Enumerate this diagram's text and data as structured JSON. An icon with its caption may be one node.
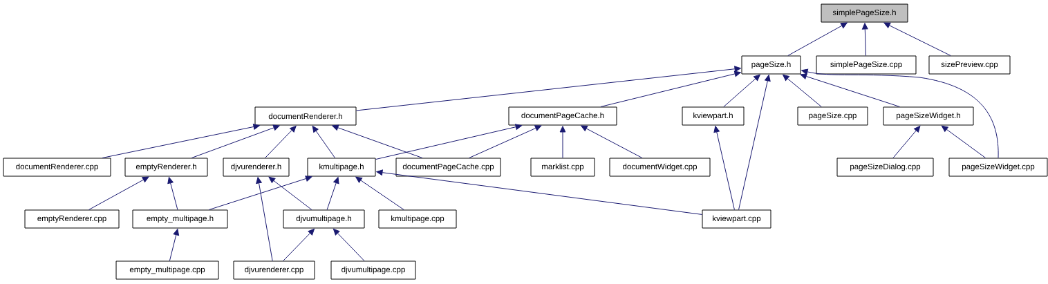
{
  "diagram": {
    "nodes": [
      {
        "text": [
          "simplePageSize.h"
        ]
      },
      {
        "text": [
          "pageSize.h"
        ]
      },
      {
        "text": [
          "simplePageSize.cpp"
        ]
      },
      {
        "text": [
          "sizePreview.cpp"
        ]
      },
      {
        "text": [
          "documentRenderer.h"
        ]
      },
      {
        "text": [
          "documentPageCache.h"
        ]
      },
      {
        "text": [
          "kviewpart.h"
        ]
      },
      {
        "text": [
          "pageSize.cpp"
        ]
      },
      {
        "text": [
          "pageSizeWidget.h"
        ]
      },
      {
        "text": [
          "documentRenderer.cpp"
        ]
      },
      {
        "text": [
          "emptyRenderer.h"
        ]
      },
      {
        "text": [
          "djvurenderer.h"
        ]
      },
      {
        "text": [
          "kmultipage.h"
        ]
      },
      {
        "text": [
          "documentPageCache.cpp"
        ]
      },
      {
        "text": [
          "marklist.cpp"
        ]
      },
      {
        "text": [
          "documentWidget.cpp"
        ]
      },
      {
        "text": [
          "pageSizeDialog.cpp"
        ]
      },
      {
        "text": [
          "pageSizeWidget.cpp"
        ]
      },
      {
        "text": [
          "emptyRenderer.cpp"
        ]
      },
      {
        "text": [
          "empty_multipage.h"
        ]
      },
      {
        "text": [
          "djvumultipage.h"
        ]
      },
      {
        "text": [
          "kmultipage.cpp"
        ]
      },
      {
        "text": [
          "kviewpart.cpp"
        ]
      },
      {
        "text": [
          "empty_multipage.cpp"
        ]
      },
      {
        "text": [
          "djvurenderer.cpp"
        ]
      },
      {
        "text": [
          "djvumultipage.cpp"
        ]
      }
    ],
    "edges": [
      {
        "from": 1,
        "to": 0,
        "arrow": "to"
      },
      {
        "from": 2,
        "to": 0,
        "arrow": "to"
      },
      {
        "from": 3,
        "to": 0,
        "arrow": "to"
      },
      {
        "from": 4,
        "to": 1,
        "arrow": "to"
      },
      {
        "from": 5,
        "to": 1,
        "arrow": "to"
      },
      {
        "from": 6,
        "to": 1,
        "arrow": "to"
      },
      {
        "from": 7,
        "to": 1,
        "arrow": "to"
      },
      {
        "from": 8,
        "to": 1,
        "arrow": "to"
      },
      {
        "from": 17,
        "to": 1,
        "arrow": "to"
      },
      {
        "from": 22,
        "to": 1,
        "arrow": "to"
      },
      {
        "from": 9,
        "to": 4,
        "arrow": "to"
      },
      {
        "from": 10,
        "to": 4,
        "arrow": "to"
      },
      {
        "from": 11,
        "to": 4,
        "arrow": "to"
      },
      {
        "from": 12,
        "to": 4,
        "arrow": "to"
      },
      {
        "from": 13,
        "to": 4,
        "arrow": "to"
      },
      {
        "from": 12,
        "to": 5,
        "arrow": "to"
      },
      {
        "from": 13,
        "to": 5,
        "arrow": "to"
      },
      {
        "from": 14,
        "to": 5,
        "arrow": "to"
      },
      {
        "from": 15,
        "to": 5,
        "arrow": "to"
      },
      {
        "from": 22,
        "to": 6,
        "arrow": "to"
      },
      {
        "from": 16,
        "to": 8,
        "arrow": "to"
      },
      {
        "from": 17,
        "to": 8,
        "arrow": "to"
      },
      {
        "from": 18,
        "to": 10,
        "arrow": "to"
      },
      {
        "from": 19,
        "to": 10,
        "arrow": "to"
      },
      {
        "from": 24,
        "to": 11,
        "arrow": "to"
      },
      {
        "from": 20,
        "to": 11,
        "arrow": "to"
      },
      {
        "from": 19,
        "to": 12,
        "arrow": "to"
      },
      {
        "from": 20,
        "to": 12,
        "arrow": "to"
      },
      {
        "from": 21,
        "to": 12,
        "arrow": "to"
      },
      {
        "from": 22,
        "to": 12,
        "arrow": "to"
      },
      {
        "from": 23,
        "to": 19,
        "arrow": "to"
      },
      {
        "from": 24,
        "to": 20,
        "arrow": "to"
      },
      {
        "from": 25,
        "to": 20,
        "arrow": "to"
      }
    ]
  }
}
